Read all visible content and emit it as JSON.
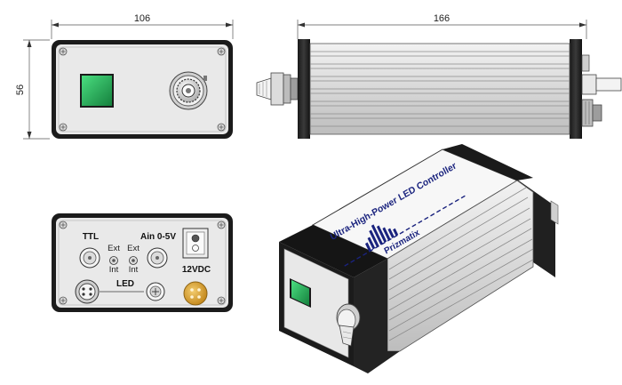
{
  "dimensions": {
    "front_width": "106",
    "front_height": "56",
    "side_length": "166"
  },
  "rear_panel": {
    "ttl_label": "TTL",
    "ain_label": "Ain 0-5V",
    "switch1_top": "Ext",
    "switch1_bottom": "Int",
    "switch2_top": "Ext",
    "switch2_bottom": "Int",
    "led_label": "LED",
    "power_label": "12VDC"
  },
  "product": {
    "title": "Ultra-High-Power LED Controller",
    "brand": "Prizmatix"
  },
  "colors": {
    "button_green": "#22c55e",
    "brand_blue": "#1a237e",
    "power_connector": "#d9a23c"
  }
}
